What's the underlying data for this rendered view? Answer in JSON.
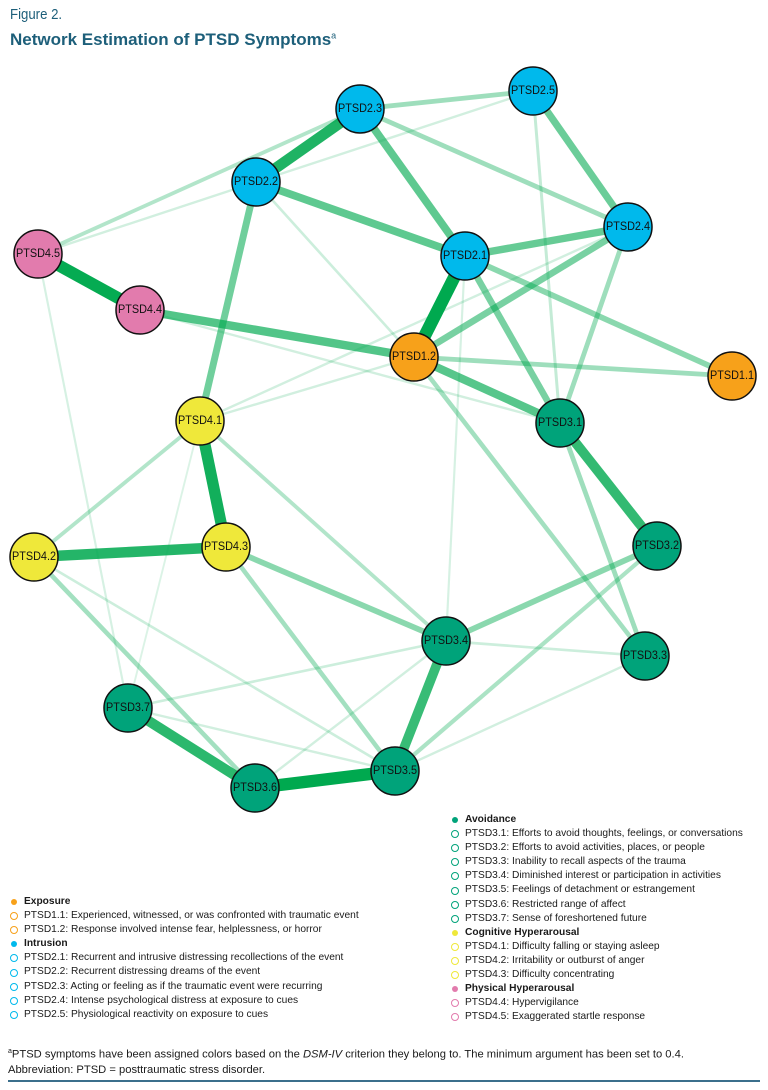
{
  "figure": {
    "label": "Figure 2.",
    "title": "Network Estimation of PTSD Symptoms",
    "title_superscript": "a"
  },
  "colors": {
    "exposure": "#f7a11a",
    "intrusion": "#00b9ec",
    "avoidance": "#00a37a",
    "cognitive_hyperarousal": "#efe83a",
    "physical_hyperarousal": "#e27bad",
    "edge": "#00a94f",
    "title": "#1d5f7a"
  },
  "network": {
    "nodes": [
      {
        "id": "PTSD1.1",
        "group": "exposure"
      },
      {
        "id": "PTSD1.2",
        "group": "exposure"
      },
      {
        "id": "PTSD2.1",
        "group": "intrusion"
      },
      {
        "id": "PTSD2.2",
        "group": "intrusion"
      },
      {
        "id": "PTSD2.3",
        "group": "intrusion"
      },
      {
        "id": "PTSD2.4",
        "group": "intrusion"
      },
      {
        "id": "PTSD2.5",
        "group": "intrusion"
      },
      {
        "id": "PTSD3.1",
        "group": "avoidance"
      },
      {
        "id": "PTSD3.2",
        "group": "avoidance"
      },
      {
        "id": "PTSD3.3",
        "group": "avoidance"
      },
      {
        "id": "PTSD3.4",
        "group": "avoidance"
      },
      {
        "id": "PTSD3.5",
        "group": "avoidance"
      },
      {
        "id": "PTSD3.6",
        "group": "avoidance"
      },
      {
        "id": "PTSD3.7",
        "group": "avoidance"
      },
      {
        "id": "PTSD4.1",
        "group": "cognitive_hyperarousal"
      },
      {
        "id": "PTSD4.2",
        "group": "cognitive_hyperarousal"
      },
      {
        "id": "PTSD4.3",
        "group": "cognitive_hyperarousal"
      },
      {
        "id": "PTSD4.4",
        "group": "physical_hyperarousal"
      },
      {
        "id": "PTSD4.5",
        "group": "physical_hyperarousal"
      }
    ],
    "edges": [
      {
        "source": "PTSD2.1",
        "target": "PTSD1.2",
        "weight": 0.95
      },
      {
        "source": "PTSD4.5",
        "target": "PTSD4.4",
        "weight": 0.9
      },
      {
        "source": "PTSD3.6",
        "target": "PTSD3.5",
        "weight": 0.92
      },
      {
        "source": "PTSD4.1",
        "target": "PTSD4.3",
        "weight": 0.85
      },
      {
        "source": "PTSD2.3",
        "target": "PTSD2.2",
        "weight": 0.8
      },
      {
        "source": "PTSD4.2",
        "target": "PTSD4.3",
        "weight": 0.78
      },
      {
        "source": "PTSD3.7",
        "target": "PTSD3.6",
        "weight": 0.75
      },
      {
        "source": "PTSD3.1",
        "target": "PTSD3.2",
        "weight": 0.72
      },
      {
        "source": "PTSD3.4",
        "target": "PTSD3.5",
        "weight": 0.7
      },
      {
        "source": "PTSD4.4",
        "target": "PTSD1.2",
        "weight": 0.6
      },
      {
        "source": "PTSD1.2",
        "target": "PTSD3.1",
        "weight": 0.58
      },
      {
        "source": "PTSD2.2",
        "target": "PTSD2.1",
        "weight": 0.55
      },
      {
        "source": "PTSD2.3",
        "target": "PTSD2.1",
        "weight": 0.55
      },
      {
        "source": "PTSD2.1",
        "target": "PTSD2.4",
        "weight": 0.52
      },
      {
        "source": "PTSD2.5",
        "target": "PTSD2.4",
        "weight": 0.5
      },
      {
        "source": "PTSD2.2",
        "target": "PTSD4.1",
        "weight": 0.48
      },
      {
        "source": "PTSD1.2",
        "target": "PTSD2.4",
        "weight": 0.45
      },
      {
        "source": "PTSD2.1",
        "target": "PTSD3.1",
        "weight": 0.45
      },
      {
        "source": "PTSD2.1",
        "target": "PTSD1.1",
        "weight": 0.38
      },
      {
        "source": "PTSD4.3",
        "target": "PTSD3.4",
        "weight": 0.38
      },
      {
        "source": "PTSD3.4",
        "target": "PTSD3.2",
        "weight": 0.38
      },
      {
        "source": "PTSD2.3",
        "target": "PTSD2.5",
        "weight": 0.3
      },
      {
        "source": "PTSD2.3",
        "target": "PTSD2.4",
        "weight": 0.3
      },
      {
        "source": "PTSD1.2",
        "target": "PTSD1.1",
        "weight": 0.3
      },
      {
        "source": "PTSD2.4",
        "target": "PTSD3.1",
        "weight": 0.3
      },
      {
        "source": "PTSD3.1",
        "target": "PTSD3.3",
        "weight": 0.3
      },
      {
        "source": "PTSD1.2",
        "target": "PTSD3.3",
        "weight": 0.28
      },
      {
        "source": "PTSD4.3",
        "target": "PTSD3.5",
        "weight": 0.28
      },
      {
        "source": "PTSD4.2",
        "target": "PTSD3.6",
        "weight": 0.28
      },
      {
        "source": "PTSD3.2",
        "target": "PTSD3.5",
        "weight": 0.25
      },
      {
        "source": "PTSD4.1",
        "target": "PTSD3.4",
        "weight": 0.22
      },
      {
        "source": "PTSD4.1",
        "target": "PTSD4.2",
        "weight": 0.22
      },
      {
        "source": "PTSD2.3",
        "target": "PTSD4.5",
        "weight": 0.22
      },
      {
        "source": "PTSD2.5",
        "target": "PTSD3.1",
        "weight": 0.15
      },
      {
        "source": "PTSD2.2",
        "target": "PTSD1.2",
        "weight": 0.12
      },
      {
        "source": "PTSD2.5",
        "target": "PTSD2.2",
        "weight": 0.1
      },
      {
        "source": "PTSD2.2",
        "target": "PTSD4.5",
        "weight": 0.1
      },
      {
        "source": "PTSD4.4",
        "target": "PTSD3.1",
        "weight": 0.1
      },
      {
        "source": "PTSD4.1",
        "target": "PTSD2.4",
        "weight": 0.1
      },
      {
        "source": "PTSD4.1",
        "target": "PTSD1.2",
        "weight": 0.1
      },
      {
        "source": "PTSD4.2",
        "target": "PTSD3.5",
        "weight": 0.12
      },
      {
        "source": "PTSD3.7",
        "target": "PTSD3.4",
        "weight": 0.12
      },
      {
        "source": "PTSD3.7",
        "target": "PTSD3.5",
        "weight": 0.1
      },
      {
        "source": "PTSD3.4",
        "target": "PTSD3.3",
        "weight": 0.12
      },
      {
        "source": "PTSD3.5",
        "target": "PTSD3.3",
        "weight": 0.1
      },
      {
        "source": "PTSD3.6",
        "target": "PTSD3.4",
        "weight": 0.1
      },
      {
        "source": "PTSD4.5",
        "target": "PTSD3.7",
        "weight": 0.08
      },
      {
        "source": "PTSD2.1",
        "target": "PTSD3.4",
        "weight": 0.08
      },
      {
        "source": "PTSD4.1",
        "target": "PTSD3.7",
        "weight": 0.06
      }
    ]
  },
  "legend": {
    "left": [
      {
        "type": "category",
        "group": "exposure",
        "text": "Exposure"
      },
      {
        "type": "item",
        "group": "exposure",
        "text": "PTSD1.1: Experienced, witnessed, or was confronted with traumatic event"
      },
      {
        "type": "item",
        "group": "exposure",
        "text": "PTSD1.2: Response involved intense fear, helplessness, or horror"
      },
      {
        "type": "category",
        "group": "intrusion",
        "text": "Intrusion"
      },
      {
        "type": "item",
        "group": "intrusion",
        "text": "PTSD2.1: Recurrent and intrusive distressing recollections of the event"
      },
      {
        "type": "item",
        "group": "intrusion",
        "text": "PTSD2.2: Recurrent distressing dreams of the event"
      },
      {
        "type": "item",
        "group": "intrusion",
        "text": "PTSD2.3: Acting or feeling as if the traumatic event were recurring"
      },
      {
        "type": "item",
        "group": "intrusion",
        "text": "PTSD2.4: Intense psychological distress at exposure to cues"
      },
      {
        "type": "item",
        "group": "intrusion",
        "text": "PTSD2.5: Physiological reactivity on exposure to cues"
      }
    ],
    "right": [
      {
        "type": "category",
        "group": "avoidance",
        "text": "Avoidance"
      },
      {
        "type": "item",
        "group": "avoidance",
        "text": "PTSD3.1: Efforts to avoid thoughts, feelings, or conversations"
      },
      {
        "type": "item",
        "group": "avoidance",
        "text": "PTSD3.2: Efforts to avoid activities, places, or people"
      },
      {
        "type": "item",
        "group": "avoidance",
        "text": "PTSD3.3: Inability to recall aspects of the trauma"
      },
      {
        "type": "item",
        "group": "avoidance",
        "text": "PTSD3.4: Diminished interest or participation in activities"
      },
      {
        "type": "item",
        "group": "avoidance",
        "text": "PTSD3.5: Feelings of detachment or estrangement"
      },
      {
        "type": "item",
        "group": "avoidance",
        "text": "PTSD3.6: Restricted range of affect"
      },
      {
        "type": "item",
        "group": "avoidance",
        "text": "PTSD3.7: Sense of foreshortened future"
      },
      {
        "type": "category",
        "group": "cognitive_hyperarousal",
        "text": "Cognitive Hyperarousal"
      },
      {
        "type": "item",
        "group": "cognitive_hyperarousal",
        "text": "PTSD4.1: Difficulty falling or staying asleep"
      },
      {
        "type": "item",
        "group": "cognitive_hyperarousal",
        "text": "PTSD4.2: Irritability or outburst of anger"
      },
      {
        "type": "item",
        "group": "cognitive_hyperarousal",
        "text": "PTSD4.3: Difficulty concentrating"
      },
      {
        "type": "category",
        "group": "physical_hyperarousal",
        "text": "Physical Hyperarousal"
      },
      {
        "type": "item",
        "group": "physical_hyperarousal",
        "text": "PTSD4.4: Hypervigilance"
      },
      {
        "type": "item",
        "group": "physical_hyperarousal",
        "text": "PTSD4.5: Exaggerated startle response"
      }
    ]
  },
  "footnote": {
    "marker": "a",
    "line1_pre": "PTSD symptoms have been assigned colors based on the ",
    "line1_italic": "DSM-IV",
    "line1_post": " criterion they belong to. The minimum argument has been set to 0.4.",
    "line2": "Abbreviation: PTSD = posttraumatic stress disorder."
  }
}
